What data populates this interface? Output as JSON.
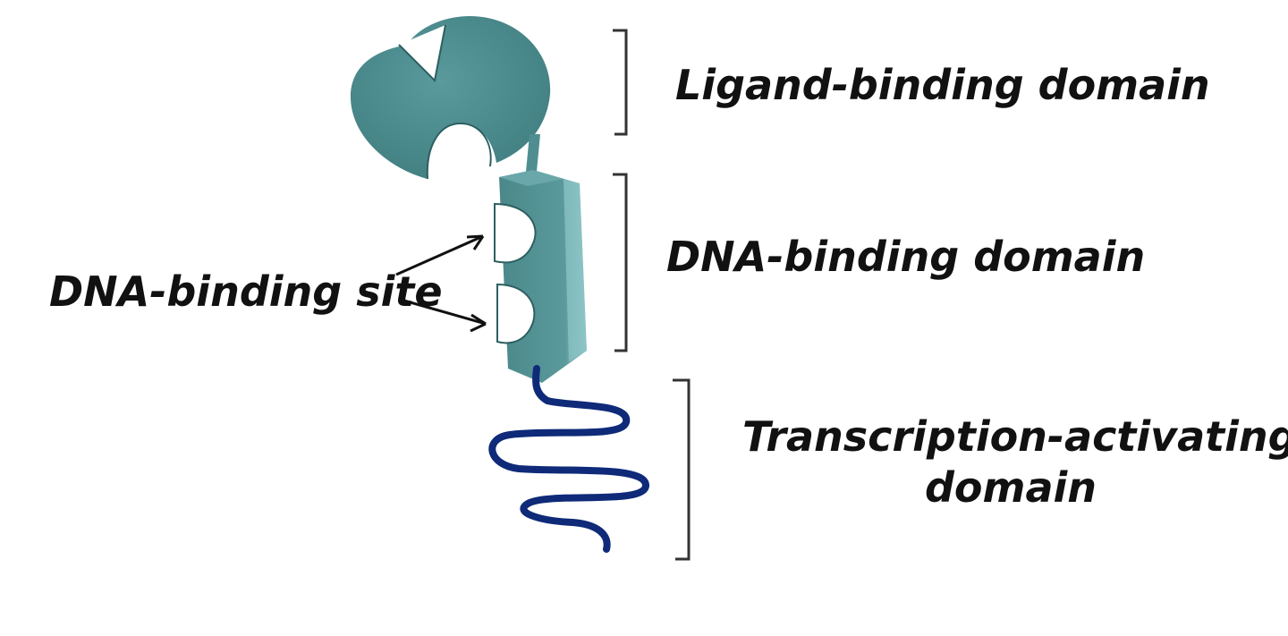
{
  "labels": {
    "ligand_binding": "Ligand-binding domain",
    "dna_binding": "DNA-binding domain",
    "transcription_line1": "Transcription-activating",
    "transcription_line2": "domain",
    "dna_binding_site": "DNA-binding site"
  },
  "colors": {
    "protein_body": "#4f8e90",
    "protein_highlight": "#7fb9bc",
    "protein_shadow": "#3b7274",
    "activation_strand": "#0e2a78",
    "bracket": "#333333",
    "text": "#111111"
  }
}
